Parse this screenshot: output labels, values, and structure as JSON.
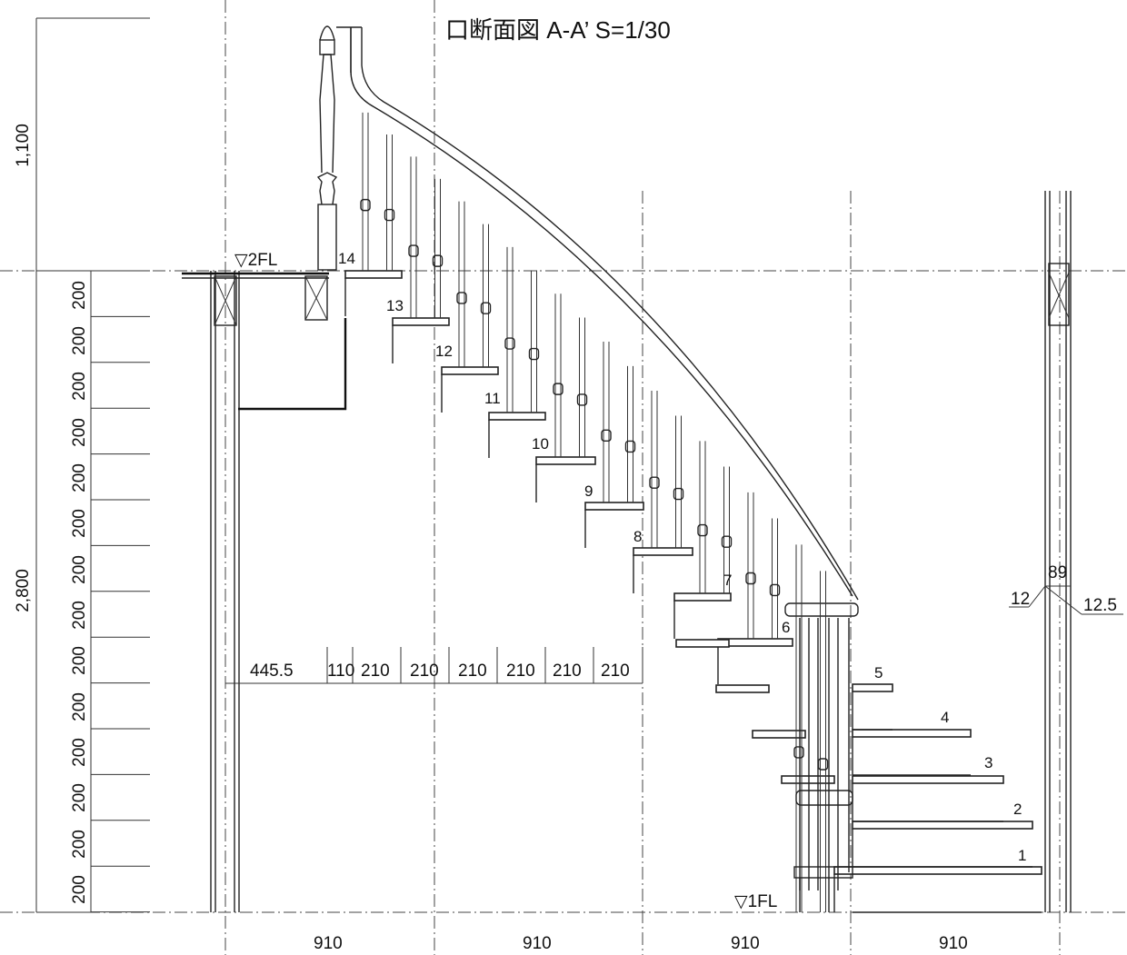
{
  "title": "口断面図 A-A’ S=1/30",
  "levels": {
    "upper": "▽2FL",
    "lower": "▽1FL"
  },
  "dimensions": {
    "total_height": "2,800",
    "handrail_height": "1,100",
    "riser": "200",
    "bottom": [
      "910",
      "910",
      "910",
      "910"
    ],
    "horizontal": [
      "445.5",
      "110",
      "210",
      "210",
      "210",
      "210",
      "210",
      "210"
    ],
    "wall": {
      "top": "89",
      "left": "12",
      "right": "12.5"
    }
  },
  "step_numbers": [
    "1",
    "2",
    "3",
    "4",
    "5",
    "6",
    "7",
    "8",
    "9",
    "10",
    "11",
    "12",
    "13",
    "14"
  ]
}
